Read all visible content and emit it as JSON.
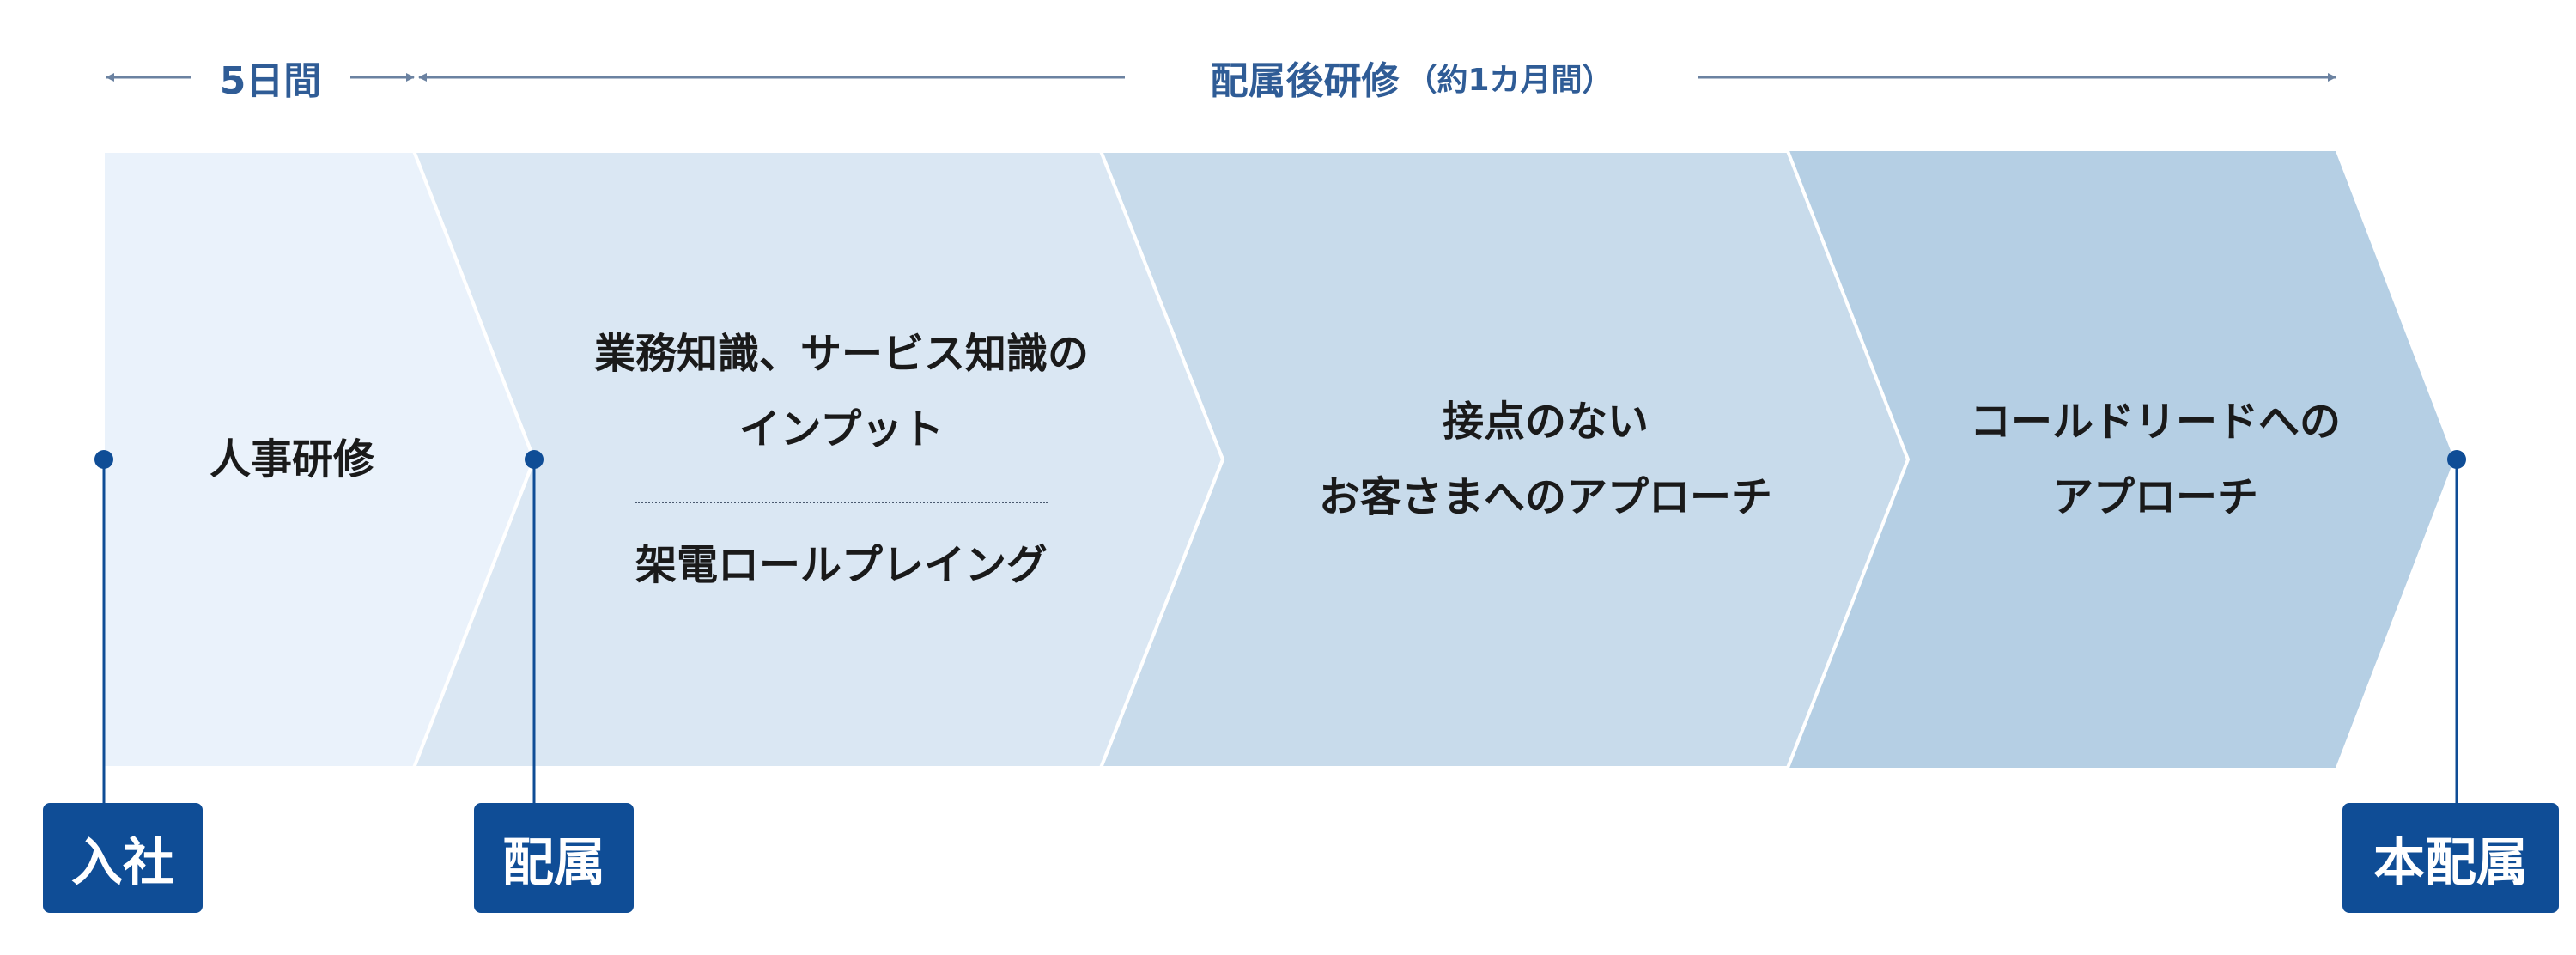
{
  "period_labels": {
    "intro": "5日間",
    "post_assignment": "配属後研修",
    "post_assignment_note": "（約1カ月間）"
  },
  "stages": [
    {
      "lines": [
        "人事研修"
      ]
    },
    {
      "lines": [
        "業務知識、サービス知識の",
        "インプット"
      ],
      "lines_after_divider": [
        "架電ロールプレイング"
      ]
    },
    {
      "lines": [
        "接点のない",
        "お客さまへのアプローチ"
      ]
    },
    {
      "lines": [
        "コールドリードへの",
        "アプローチ"
      ]
    }
  ],
  "milestones": [
    "入社",
    "配属",
    "本配属"
  ],
  "colors": {
    "accent": "#0f4d96",
    "label_text": "#2f5c96",
    "arrow_line": "#6b82a1",
    "stage_fills": [
      "#eaf2fb",
      "#dae7f3",
      "#c8dbeb",
      "#b5cfe4"
    ]
  }
}
